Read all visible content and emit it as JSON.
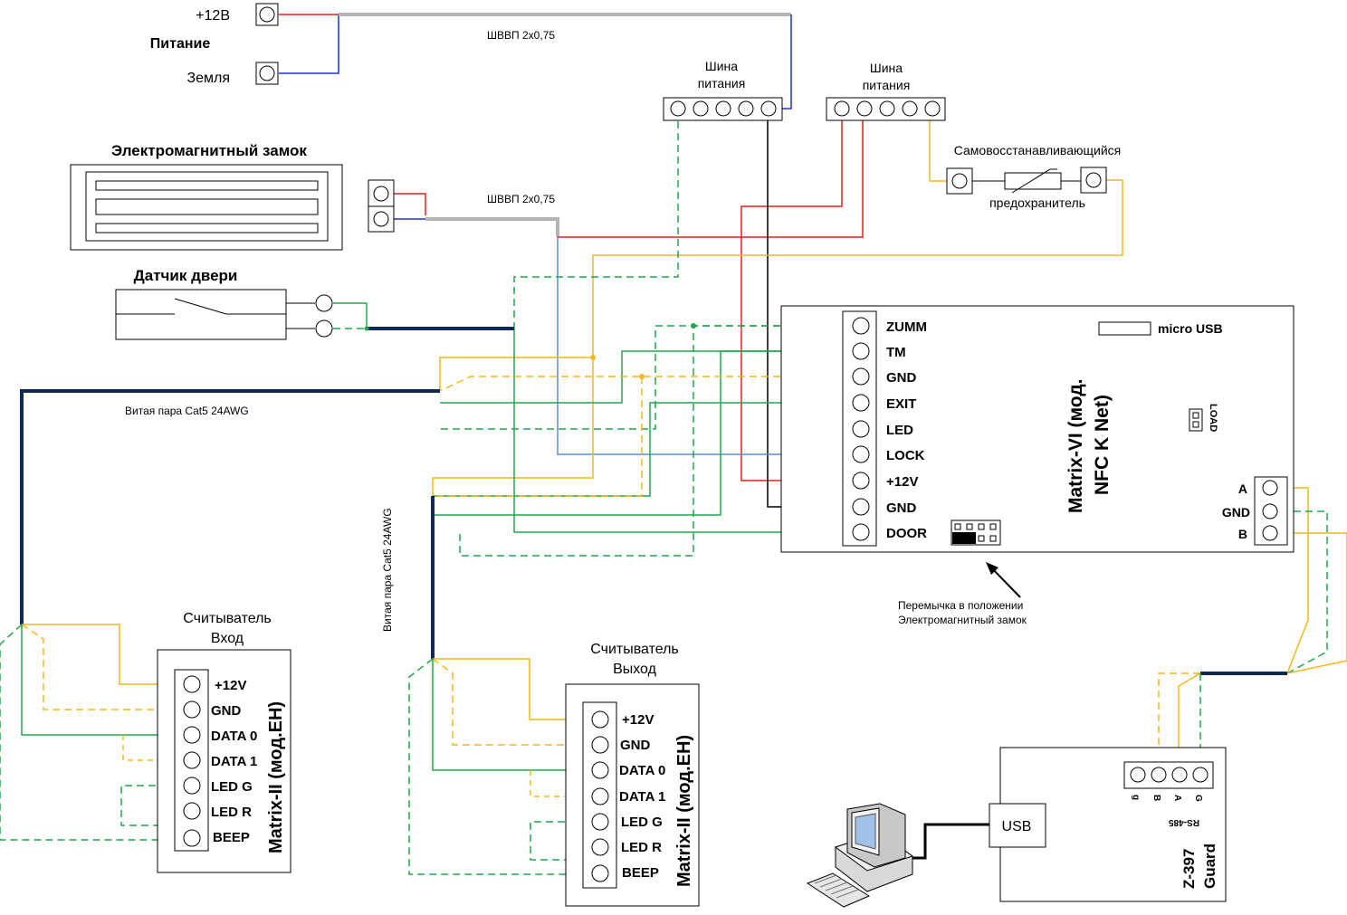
{
  "colors": {
    "red": "#e0201c",
    "blue": "#1d34c9",
    "gray": "#b4b4b4",
    "green": "#1fa84b",
    "yellow": "#f2b81c",
    "navy": "#0e2a54",
    "black": "#000000",
    "lightblue": "#5b8fd0"
  },
  "power": {
    "plus_label": "+12В",
    "title": "Питание",
    "ground_label": "Земля"
  },
  "cables": {
    "shvvp_1": "ШВВП 2х0,75",
    "shvvp_2": "ШВВП 2х0,75",
    "twisted_1": "Витая пара Cat5 24AWG",
    "twisted_2": "Витая пара Cat5 24AWG"
  },
  "busbar_1": {
    "line1": "Шина",
    "line2": "питания"
  },
  "busbar_2": {
    "line1": "Шина",
    "line2": "питания"
  },
  "fuse": {
    "line1": "Самовосстанавливающийся",
    "line2": "предохранитель"
  },
  "lock": {
    "title": "Электромагнитный замок"
  },
  "door_sensor": {
    "title": "Датчик двери"
  },
  "controller": {
    "name_line1": "Matrix-VI (мод.",
    "name_line2": "NFC K Net)",
    "usb_label": "micro USB",
    "load_label": "LOAD",
    "terminals": [
      "ZUMM",
      "TM",
      "GND",
      "EXIT",
      "LED",
      "LOCK",
      "+12V",
      "GND",
      "DOOR"
    ],
    "rs485": [
      "A",
      "GND",
      "B"
    ]
  },
  "jumper_note": {
    "line1": "Перемычка в положении",
    "line2": "Электромагнитный замок"
  },
  "reader_in": {
    "title_line1": "Считыватель",
    "title_line2": "Вход",
    "model": "Matrix-II (мод.EH)",
    "terminals": [
      "+12V",
      "GND",
      "DATA 0",
      "DATA 1",
      "LED G",
      "LED R",
      "BEEP"
    ]
  },
  "reader_out": {
    "title_line1": "Считыватель",
    "title_line2": "Выход",
    "model": "Matrix-II (мод.EH)",
    "terminals": [
      "+12V",
      "GND",
      "DATA 0",
      "DATA 1",
      "LED G",
      "LED R",
      "BEEP"
    ]
  },
  "guard": {
    "model_line1": "Z-397",
    "model_line2": "Guard",
    "usb_label": "USB",
    "pins": [
      "g",
      "B",
      "A",
      "G"
    ],
    "rs485_label": "RS-485"
  },
  "computer": {
    "icon": "computer-icon"
  }
}
